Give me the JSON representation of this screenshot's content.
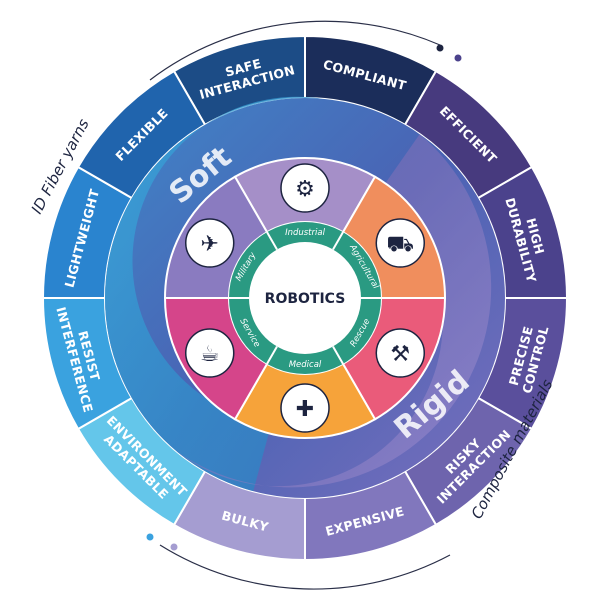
{
  "center": {
    "label": "ROBOTICS"
  },
  "captions": {
    "left": "ID Fiber yarns",
    "right": "Composite materials"
  },
  "categories": {
    "soft": "Soft",
    "rigid": "Rigid"
  },
  "outer_segments": [
    {
      "lines": [
        "SAFE",
        "INTERACTION"
      ],
      "color": "#1c4c86"
    },
    {
      "lines": [
        "COMPLIANT"
      ],
      "color": "#1b2d5a"
    },
    {
      "lines": [
        "EFFICIENT"
      ],
      "color": "#473a7e"
    },
    {
      "lines": [
        "HIGH",
        "DURABILITY"
      ],
      "color": "#4b428c"
    },
    {
      "lines": [
        "PRECISE",
        "CONTROL"
      ],
      "color": "#5a4f9c"
    },
    {
      "lines": [
        "RISKY",
        "INTERACTION"
      ],
      "color": "#6e64ad"
    },
    {
      "lines": [
        "EXPENSIVE"
      ],
      "color": "#8177bd"
    },
    {
      "lines": [
        "BULKY"
      ],
      "color": "#a59dd1"
    },
    {
      "lines": [
        "ENVIRONMENT",
        "ADAPTABLE"
      ],
      "color": "#64c6ea"
    },
    {
      "lines": [
        "RESIST",
        "INTERFERENCE"
      ],
      "color": "#3aa2df"
    },
    {
      "lines": [
        "LIGHTWEIGHT"
      ],
      "color": "#2a84cf"
    },
    {
      "lines": [
        "FLEXIBLE"
      ],
      "color": "#2064ad"
    }
  ],
  "applications": [
    {
      "name": "Industrial",
      "icon": "robot-arm-icon",
      "color": "#a58fc8"
    },
    {
      "name": "Agricultural",
      "icon": "tractor-icon",
      "color": "#f08e5d"
    },
    {
      "name": "Rescue",
      "icon": "rescue-robot-icon",
      "color": "#ea5b7a"
    },
    {
      "name": "Medical",
      "icon": "surgical-robot-icon",
      "color": "#f6a33a"
    },
    {
      "name": "Service",
      "icon": "service-robot-icon",
      "color": "#d5458a"
    },
    {
      "name": "Military",
      "icon": "drone-icon",
      "color": "#8a7bc0"
    }
  ],
  "colors": {
    "ring_band": "#4b5db5",
    "center_ring": "#2a9a82",
    "soft": "#31a6d6",
    "rigid": "#8578c0"
  }
}
